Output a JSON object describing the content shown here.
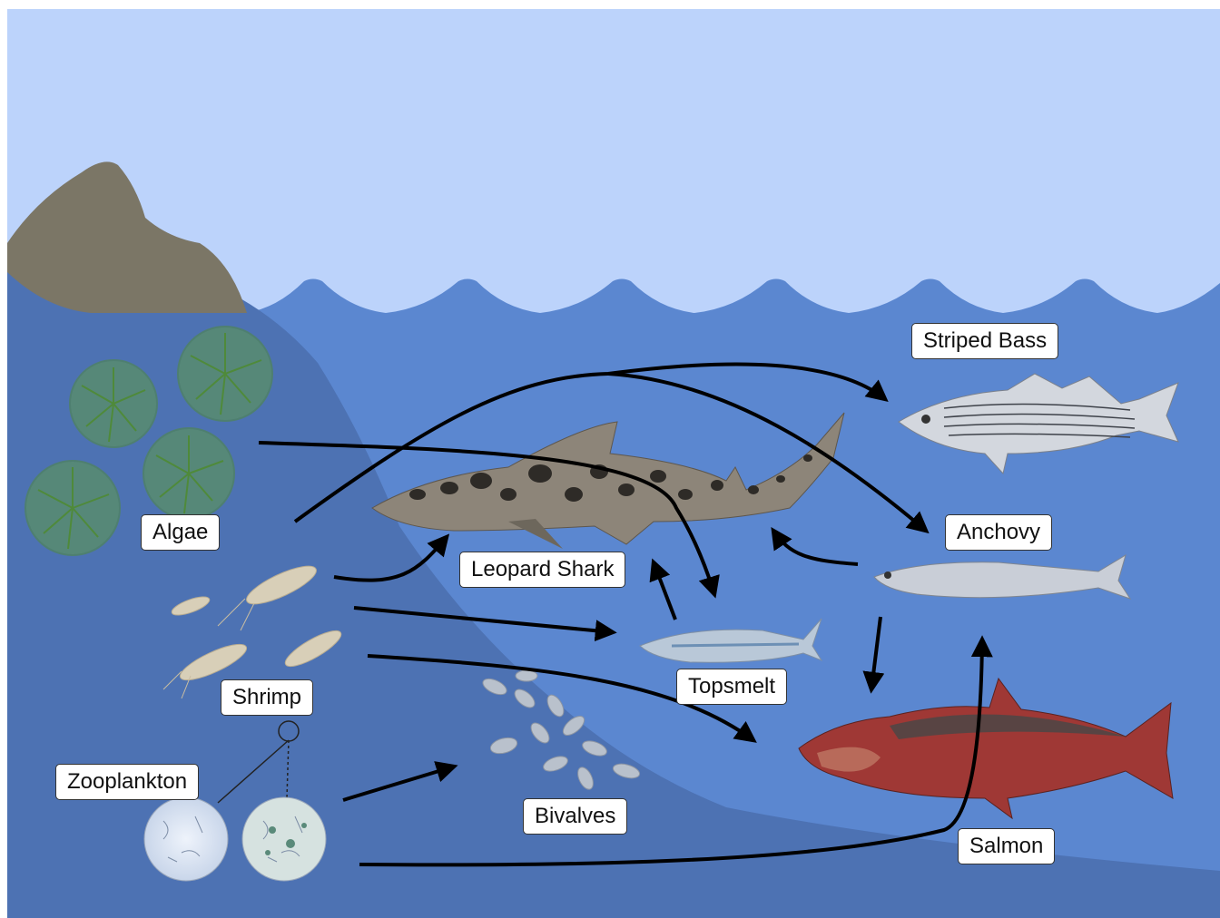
{
  "diagram": {
    "nodes": [
      {
        "id": "algae",
        "label": "Algae"
      },
      {
        "id": "shrimp",
        "label": "Shrimp"
      },
      {
        "id": "zooplankton",
        "label": "Zooplankton"
      },
      {
        "id": "bivalves",
        "label": "Bivalves"
      },
      {
        "id": "leopard_shark",
        "label": "Leopard Shark"
      },
      {
        "id": "topsmelt",
        "label": "Topsmelt"
      },
      {
        "id": "striped_bass",
        "label": "Striped Bass"
      },
      {
        "id": "anchovy",
        "label": "Anchovy"
      },
      {
        "id": "salmon",
        "label": "Salmon"
      }
    ],
    "edges": [
      {
        "from": "algae",
        "to": "striped_bass"
      },
      {
        "from": "algae",
        "to": "anchovy"
      },
      {
        "from": "algae",
        "to": "topsmelt"
      },
      {
        "from": "shrimp",
        "to": "leopard_shark"
      },
      {
        "from": "shrimp",
        "to": "topsmelt"
      },
      {
        "from": "shrimp",
        "to": "salmon"
      },
      {
        "from": "zooplankton",
        "to": "bivalves"
      },
      {
        "from": "zooplankton",
        "to": "anchovy"
      },
      {
        "from": "topsmelt",
        "to": "leopard_shark"
      },
      {
        "from": "anchovy",
        "to": "leopard_shark"
      },
      {
        "from": "anchovy",
        "to": "salmon"
      }
    ]
  },
  "colors": {
    "sky": "#bcd3fb",
    "water": "#5a86cf",
    "shelf": "#4e73b3",
    "rock": "#7a7566",
    "arrow": "#000000"
  }
}
